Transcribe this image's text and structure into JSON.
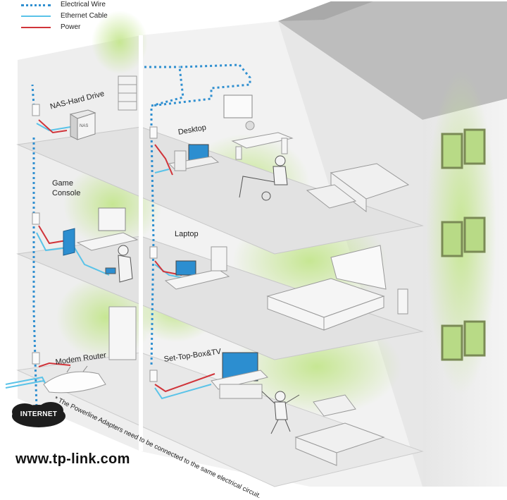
{
  "legend": {
    "items": [
      {
        "label": "Electrical Wire",
        "color": "#2f8fd0",
        "style": "dotted"
      },
      {
        "label": "Ethernet Cable",
        "color": "#5ac3e8",
        "style": "solid"
      },
      {
        "label": "Power",
        "color": "#d0343a",
        "style": "solid"
      }
    ]
  },
  "rooms": {
    "nas": "NAS-Hard Drive",
    "desktop": "Desktop",
    "game_console_line1": "Game",
    "game_console_line2": "Console",
    "laptop": "Laptop",
    "modem_router": "Modem Router",
    "set_top_box": "Set-Top-Box&TV"
  },
  "devices": {
    "nas_box_label": "NAS"
  },
  "internet_label": "INTERNET",
  "footnote": "* The Powerline Adapters need to be connected to the same electrical circuit.",
  "website": "www.tp-link.com",
  "colors": {
    "electrical": "#2f8fd0",
    "ethernet": "#5ac3e8",
    "power": "#d0343a",
    "glow": "#c8e89a",
    "wall": "#ececec",
    "wall_dark": "#d4d4d4",
    "roof": "#bcbcbc"
  }
}
